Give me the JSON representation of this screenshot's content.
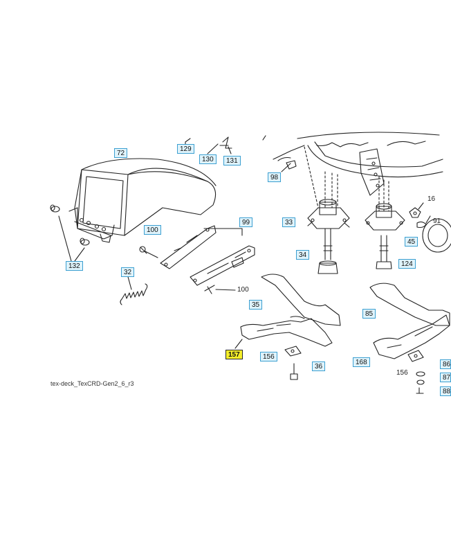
{
  "caption": "tex-deck_TexCRD-Gen2_6_r3",
  "highlight_color": "#f4ee2a",
  "callout_color": "#dff3fb",
  "callout_border_color": "#3b9fd1",
  "callouts": {
    "c72": "72",
    "c129": "129",
    "c130": "130",
    "c131": "131",
    "c98": "98",
    "c132": "132",
    "c100a": "100",
    "c99": "99",
    "c32": "32",
    "c33": "33",
    "c34": "34",
    "c35": "35",
    "c157": "157",
    "c156a": "156",
    "c36": "36",
    "c45": "45",
    "c124": "124",
    "c85": "85",
    "c168": "168",
    "c86": "86",
    "c87": "87",
    "c88": "88"
  },
  "plain_labels": {
    "p100": "100",
    "p16": "16",
    "p91": "91",
    "p156": "156"
  }
}
